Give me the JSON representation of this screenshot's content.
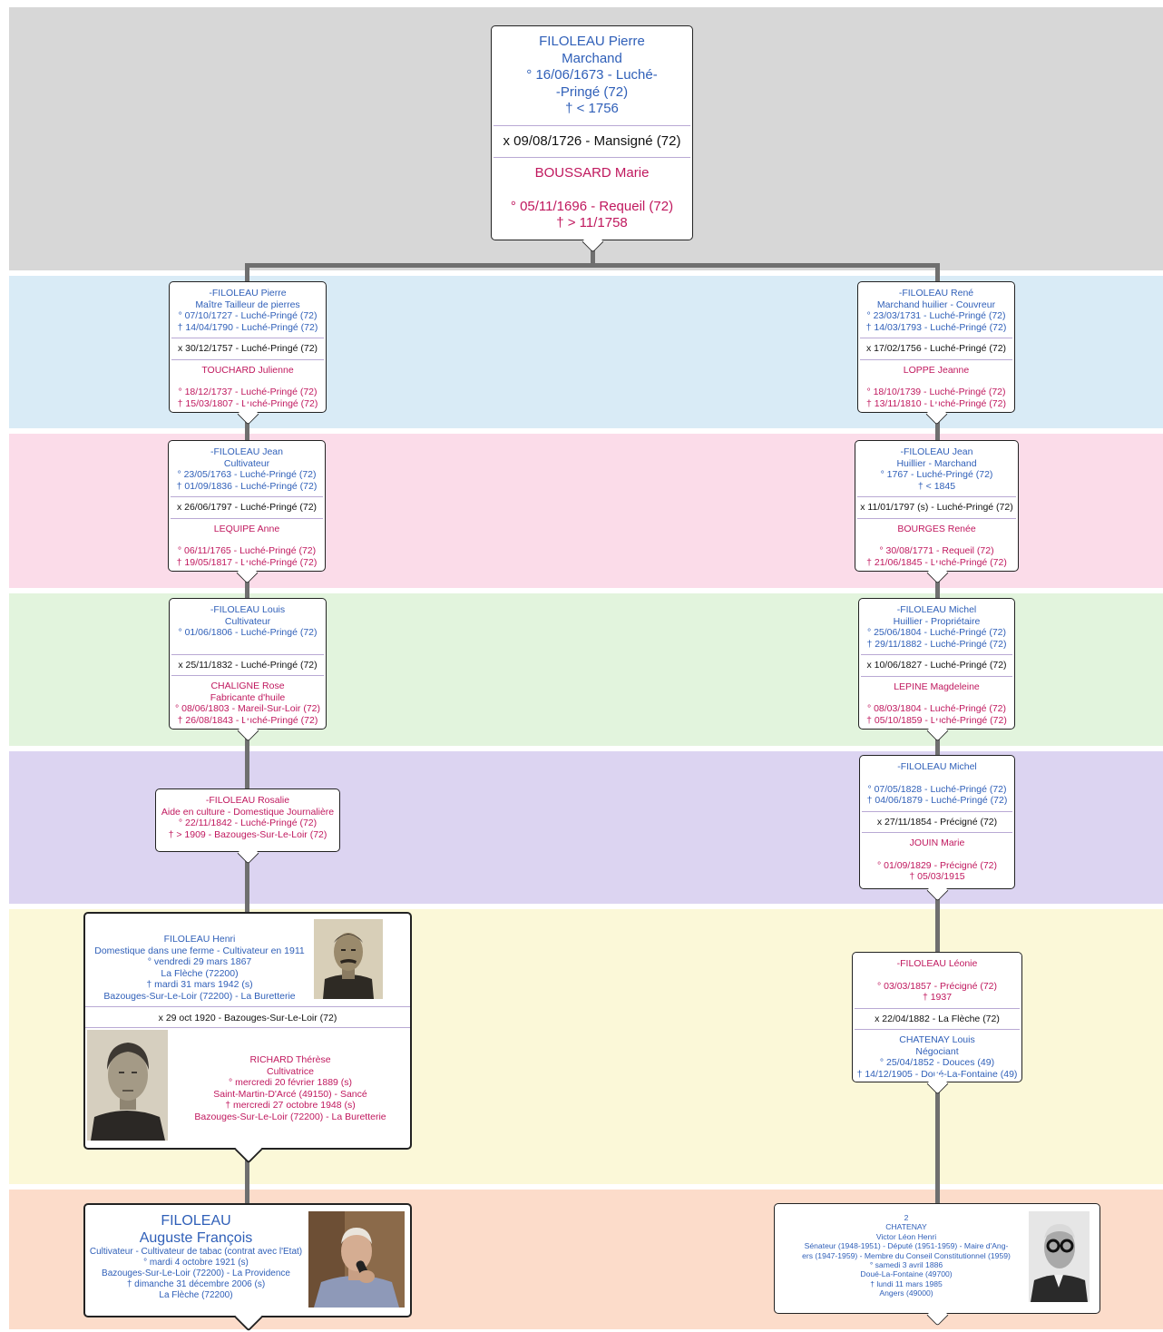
{
  "colors": {
    "band_0": "#d7d7d7",
    "band_1": "#d9ebf6",
    "band_2": "#fbdce9",
    "band_3": "#e2f4dd",
    "band_4": "#dcd4f1",
    "band_5": "#fbf8d8",
    "band_6": "#fcdcca",
    "male": "#2f5fb8",
    "female": "#c0185e",
    "connector": "#6f6f6f"
  },
  "root": {
    "name": "FILOLEAU Pierre",
    "occupation": "Marchand",
    "birth_1": "° 16/06/1673  - Luché-",
    "birth_2": "-Pringé (72)",
    "death": "† < 1756",
    "marriage": "x 09/08/1726 - Mansigné (72)",
    "spouse_name": "BOUSSARD Marie",
    "spouse_birth": "° 05/11/1696  - Requeil (72)",
    "spouse_death": "† > 11/1758"
  },
  "left": {
    "g1": {
      "name": "-FILOLEAU Pierre",
      "occupation": "Maître Tailleur de pierres",
      "birth": "° 07/10/1727  - Luché-Pringé (72)",
      "death": "† 14/04/1790  - Luché-Pringé (72)",
      "marriage": "x 30/12/1757 - Luché-Pringé (72)",
      "spouse_name": "TOUCHARD Julienne",
      "spouse_birth": "° 18/12/1737  - Luché-Pringé (72)",
      "spouse_death": "† 15/03/1807  - Luché-Pringé (72)"
    },
    "g2": {
      "name": "-FILOLEAU Jean",
      "occupation": "Cultivateur",
      "birth": "° 23/05/1763  - Luché-Pringé (72)",
      "death": "† 01/09/1836  - Luché-Pringé (72)",
      "marriage": "x 26/06/1797 - Luché-Pringé (72)",
      "spouse_name": "LEQUIPE Anne",
      "spouse_birth": "° 06/11/1765  - Luché-Pringé (72)",
      "spouse_death": "† 19/05/1817  - Luché-Pringé (72)"
    },
    "g3": {
      "name": "-FILOLEAU Louis",
      "occupation": "Cultivateur",
      "birth": "° 01/06/1806  - Luché-Pringé (72)",
      "marriage": "x 25/11/1832 - Luché-Pringé (72)",
      "spouse_name": "CHALIGNE Rose",
      "spouse_occupation": "Fabricante d'huile",
      "spouse_birth": "° 08/06/1803  - Mareil-Sur-Loir (72)",
      "spouse_death": "† 26/08/1843  - Luché-Pringé (72)"
    },
    "g4": {
      "name": "-FILOLEAU Rosalie",
      "occupation": "Aide en culture - Domestique Journalière",
      "birth": "° 22/11/1842  - Luché-Pringé (72)",
      "death": "† > 1909  - Bazouges-Sur-Le-Loir (72)"
    },
    "g5": {
      "name": "FILOLEAU  Henri",
      "occupation": "Domestique dans une ferme - Cultivateur en 1911",
      "birth_1": "° vendredi 29 mars 1867",
      "birth_2": "La Flèche (72200)",
      "death_1": "† mardi 31 mars 1942 (s)",
      "death_2": "Bazouges-Sur-Le-Loir (72200) - La Buretterie",
      "marriage": "x 29 oct 1920  - Bazouges-Sur-Le-Loir (72)",
      "spouse_name": "RICHARD  Thérèse",
      "spouse_occupation": "Cultivatrice",
      "spouse_birth_1": "° mercredi 20 février 1889 (s)",
      "spouse_birth_2": "Saint-Martin-D'Arcé (49150) - Sancé",
      "spouse_death_1": "† mercredi 27 octobre 1948 (s)",
      "spouse_death_2": "Bazouges-Sur-Le-Loir (72200) - La Buretterie"
    },
    "g6": {
      "name_1": "FILOLEAU",
      "name_2": "Auguste François",
      "occupation": "Cultivateur - Cultivateur de tabac (contrat avec l'Etat)",
      "birth_1": "° mardi 4 octobre 1921 (s)",
      "birth_2": "Bazouges-Sur-Le-Loir (72200) - La Providence",
      "death_1": "† dimanche 31 décembre 2006 (s)",
      "death_2": "La Flèche (72200)"
    }
  },
  "right": {
    "g1": {
      "name": "-FILOLEAU René",
      "occupation": "Marchand huilier - Couvreur",
      "birth": "° 23/03/1731  - Luché-Pringé (72)",
      "death": "† 14/03/1793  - Luché-Pringé (72)",
      "marriage": "x 17/02/1756 - Luché-Pringé (72)",
      "spouse_name": "LOPPE Jeanne",
      "spouse_birth": "° 18/10/1739  - Luché-Pringé (72)",
      "spouse_death": "† 13/11/1810  - Luché-Pringé (72)"
    },
    "g2": {
      "name": "-FILOLEAU Jean",
      "occupation": "Huillier - Marchand",
      "birth": "° 1767  - Luché-Pringé (72)",
      "death": "† < 1845",
      "marriage": "x 11/01/1797 (s) - Luché-Pringé (72)",
      "spouse_name": "BOURGES Renée",
      "spouse_birth": "° 30/08/1771  - Requeil (72)",
      "spouse_death": "† 21/06/1845  - Luché-Pringé (72)"
    },
    "g3": {
      "name": "-FILOLEAU Michel",
      "occupation": "Huillier - Propriétaire",
      "birth": "° 25/06/1804  - Luché-Pringé (72)",
      "death": "† 29/11/1882  - Luché-Pringé (72)",
      "marriage": "x 10/06/1827 - Luché-Pringé (72)",
      "spouse_name": "LEPINE Magdeleine",
      "spouse_birth": "° 08/03/1804  - Luché-Pringé (72)",
      "spouse_death": "† 05/10/1859  - Luché-Pringé (72)"
    },
    "g4": {
      "name": "-FILOLEAU Michel",
      "birth": "° 07/05/1828  - Luché-Pringé (72)",
      "death": "† 04/06/1879  - Luché-Pringé (72)",
      "marriage": "x 27/11/1854 - Précigné (72)",
      "spouse_name": "JOUIN Marie",
      "spouse_birth": "° 01/09/1829  - Précigné (72)",
      "spouse_death": "† 05/03/1915"
    },
    "g5": {
      "name": "-FILOLEAU Léonie",
      "birth": "° 03/03/1857  - Précigné (72)",
      "death": "† 1937",
      "marriage": "x 22/04/1882 - La Flèche (72)",
      "spouse_name": "CHATENAY Louis",
      "spouse_occupation": "Négociant",
      "spouse_birth": "° 25/04/1852  - Douces (49)",
      "spouse_death": "† 14/12/1905  - Doué-La-Fontaine (49)"
    },
    "g6": {
      "number": "2",
      "surname": "CHATENAY",
      "given": "Victor Léon Henri",
      "occupation_1": "Sénateur (1948-1951) - Député (1951-1959) - Maire d'Ang-",
      "occupation_2": "ers (1947-1959) - Membre du Conseil Constitutionnel (1959)",
      "birth_1": "° samedi 3 avril 1886",
      "birth_2": "Doué-La-Fontaine (49700)",
      "death_1": "† lundi 11 mars 1985",
      "death_2": "Angers (49000)"
    }
  }
}
